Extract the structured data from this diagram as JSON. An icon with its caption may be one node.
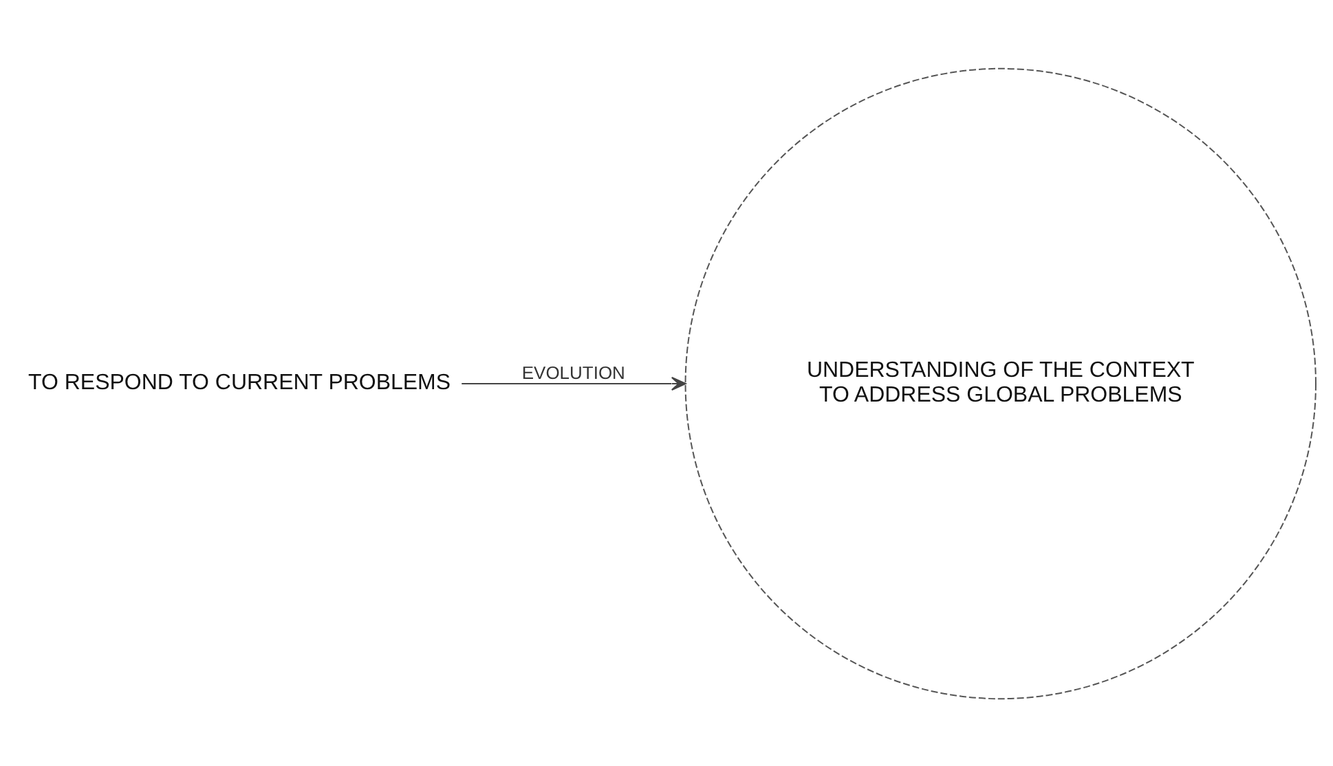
{
  "diagram": {
    "nodes": [
      {
        "text": [
          "TO RESPOND TO CURRENT PROBLEMS"
        ]
      },
      {
        "text": [
          "UNDERSTANDING OF THE CONTEXT",
          "TO ADDRESS GLOBAL PROBLEMS"
        ]
      }
    ],
    "edges": [
      {
        "from": 0,
        "to": 1,
        "arrow": "to",
        "label": "EVOLUTION"
      }
    ]
  }
}
